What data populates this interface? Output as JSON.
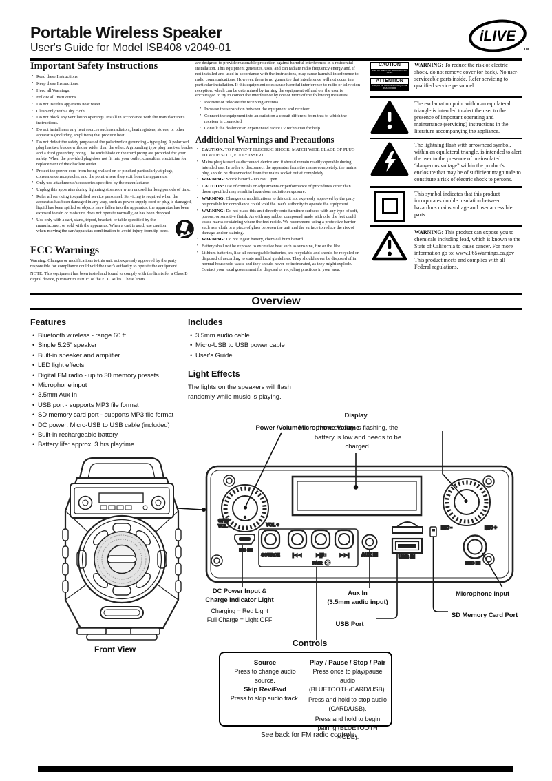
{
  "header": {
    "title": "Portable Wireless Speaker",
    "subtitle": "User's Guide for Model ISB408 v2049-01",
    "logo": "iLIVE",
    "logo_tm": "TM"
  },
  "safety": {
    "heading": "Important Safety Instructions",
    "bullets": [
      "Read these Instructions.",
      "Keep these Instructions.",
      "Heed all Warnings.",
      "Follow all instructions.",
      "Do not use this apparatus near water.",
      "Clean only with a dry cloth.",
      "Do not block any ventilation openings. Install in accordance with the manufacturer's instructions.",
      "Do not install near any heat sources such as radiators, heat registers, stoves, or other apparatus (including amplifiers) that produce heat.",
      "Do not defeat the safety purpose of the polarized or grounding - type plug. A polarized plug has two blades with one wider than the other. A grounding type plug has two blades and a third grounding prong. The wide blade or the third prong are provided for your safety. When the provided plug does not fit into your outlet, consult an electrician for replacement of the obsolete outlet.",
      "Protect the power cord from being walked on or pinched particularly at plugs, convenience receptacles, and the point where they exit from the apparatus.",
      "Only use attachments/accessories specified by the manufacturer.",
      "Unplug this apparatus during lightning storms or when unused for long periods of time.",
      "Refer all servicing to qualified service personnel. Servicing is required when the apparatus has been damaged in any way, such as power-supply cord or plug is damaged, liquid has been spilled or objects have fallen into the apparatus, the apparatus has been exposed to rain or moisture, does not operate normally, or has been dropped.",
      "Use only with a cart, stand, tripod, bracket, or table specified by the manufacturer, or sold with the apparatus. When a cart is used, use caution when moving the cart/apparatus combination to avoid injury from tip-over."
    ]
  },
  "fcc": {
    "heading": "FCC Warnings",
    "p1": "Warning: Changes or modifications to this unit not expressly approved by the party responsible for compliance could void the user's authority to operate the equipment.",
    "p2": "NOTE: This equipment has been tested and found to comply with the limits for a Class B digital device, pursuant to Part 15 of the FCC Rules. These limits"
  },
  "interference": {
    "intro": "are designed to provide reasonable protection against harmful interference in a residential installation. This equipment generates, uses, and can radiate radio frequency energy and, if not installed and used in accordance with the instructions, may cause harmful interference to radio communications. However, there is no guarantee that interference will not occur in a particular installation. If this equipment does cause harmful interference to radio or television reception, which can be determined by turning the equipment off and on, the user is encouraged to try to correct the interference by one or more of the following measures:",
    "bullets": [
      "Reorient or relocate the receiving antenna.",
      "Increase the separation between the equipment and receiver.",
      "Connect the equipment into an outlet on a circuit different from that to which the receiver is connected.",
      "Consult the dealer or an experienced radio/TV technician for help."
    ]
  },
  "warnings": {
    "heading": "Additional Warnings and Precautions",
    "items": [
      {
        "b": "CAUTION:",
        "t": " TO PREVENT ELECTRIC SHOCK, MATCH WIDE BLADE OF PLUG TO WIDE SLOT, FULLY INSERT."
      },
      {
        "b": "",
        "t": "Mains plug is used as disconnect device and it should remain readily operable during intended use. In order to disconnect the apparatus from the mains completely, the mains plug should be disconnected from the mains socket outlet completely."
      },
      {
        "b": "WARNING:",
        "t": " Shock hazard - Do Not Open."
      },
      {
        "b": "CAUTION:",
        "t": " Use of controls or adjustments or performance of procedures other than those specified may result in hazardous radiation exposure."
      },
      {
        "b": "WARNING:",
        "t": " Changes or modifications to this unit not expressly approved by the party responsible for compliance could void the user's authority to operate the equipment."
      },
      {
        "b": "WARNING:",
        "t": " Do not place this unit directly onto furniture surfaces with any type of soft, porous, or sensitive finish. As with any rubber compound made with oils, the feet could cause marks or staining where the feet reside. We recommend using a protective barrier such as a cloth or a piece of glass between the unit and the surface to reduce the risk of damage and/or staining."
      },
      {
        "b": "WARNING:",
        "t": " Do not ingest battery, chemical burn hazard."
      },
      {
        "b": "",
        "t": "Battery shall not be exposed to excessive heat such as sunshine, fire or the like."
      },
      {
        "b": "",
        "t": "Lithium batteries, like all rechargeable batteries, are recyclable and should be recycled or disposed of according to state and local guidelines. They should never be disposed of in normal household waste and they should never be incinerated, as they might explode. Contact your local government for disposal or recycling practices in your area."
      }
    ]
  },
  "notices": {
    "caution_box": {
      "label": "CAUTION",
      "sub": "RISK OF ELECTRIC SHOCK DO NOT OPEN"
    },
    "attention_box": {
      "label": "ATTENTION",
      "sub": "RISQUE DE CHOC ELECTRIQUE NE PAS OUVRIR"
    },
    "items": [
      {
        "b": "WARNING:",
        "t": " To reduce the risk of electric shock, do not remove cover (or back). No user-serviceable parts inside. Refer servicing to qualified service personnel."
      },
      {
        "b": "",
        "t": "The exclamation point within an equilateral triangle is intended to alert the user to the presence of important operating and maintenance (servicing) instructions in the literature accompanying the appliance."
      },
      {
        "b": "",
        "t": "The lightning flash with arrowhead symbol, within an equilateral triangle, is intended to alert the user to the presence of un-insulated “dangerous voltage” within the product's enclosure that may be of sufficient magnitude to constitute a risk of electric shock to persons."
      },
      {
        "b": "",
        "t": "This symbol indicates that this product incorporates double insulation between hazardous mains voltage and user accessible parts."
      },
      {
        "b": "WARNING:",
        "t": " This product can expose you to chemicals including lead, which is known to the State of California to cause cancer. For more information go to: www.P65Warnings.ca.gov This product meets and complies with all Federal regulations."
      }
    ]
  },
  "overview": {
    "title": "Overview"
  },
  "features": {
    "heading": "Features",
    "items": [
      "Bluetooth wireless - range 60 ft.",
      "Single 5.25\" speaker",
      "Built-in speaker and amplifier",
      "LED light effects",
      "Digital FM radio - up to 30 memory presets",
      "Microphone input",
      "3.5mm Aux In",
      "USB port - supports MP3 file format",
      "SD memory card port - supports MP3 file format",
      "DC power: Micro-USB to USB cable (included)",
      "Built-in rechargeable battery",
      "Battery life: approx. 3 hrs playtime"
    ]
  },
  "includes": {
    "heading": "Includes",
    "items": [
      "3.5mm audio cable",
      "Micro-USB to USB power cable",
      "User's Guide"
    ]
  },
  "light_effects": {
    "heading": "Light Effects",
    "text": "The lights on the speakers will flash randomly while music is playing."
  },
  "diagram": {
    "display_label": "Display",
    "display_note": "If the display is flashing, the battery is low and needs to be charged.",
    "power_label": "Power /Volume",
    "mic_vol_label": "Microphone Volume",
    "panel": {
      "off": "OFF/",
      "vol_minus": "VOL -",
      "vol_plus": "VOL +",
      "dc_in": "DC IN",
      "source": "SOURCE",
      "prev": "|◄◄",
      "play": "►||/■",
      "next": "►►|",
      "pair": "PAIR",
      "aux_in": "AUX IN",
      "usb_in": "USB IN",
      "mic_minus": "MIC -",
      "mic_plus": "MIC +",
      "mic_in": "MIC IN"
    },
    "dc_label1": "DC Power Input &",
    "dc_label2": "Charge Indicator Light",
    "dc_note1": "Charging = Red Light",
    "dc_note2": "Full Charge = Light OFF",
    "aux_label1": "Aux In",
    "aux_label2": "(3.5mm audio input)",
    "usb_label": "USB Port",
    "mic_label": "Microphone input",
    "sd_label": "SD Memory Card Port",
    "front_view": "Front View"
  },
  "controls": {
    "heading": "Controls",
    "source_title": "Source",
    "source_desc": "Press to change audio source.",
    "skip_title": "Skip Rev/Fwd",
    "skip_desc": "Press to skip audio track.",
    "play_title": "Play / Pause / Stop / Pair",
    "play_desc1": "Press once to play/pause audio (BLUETOOTH/CARD/USB).",
    "play_desc2": "Press and hold to stop audio (CARD/USB).",
    "play_desc3": "Press and hold to begin pairing (BLUETOOTH MODE).",
    "footer": "See back for FM radio controls."
  }
}
